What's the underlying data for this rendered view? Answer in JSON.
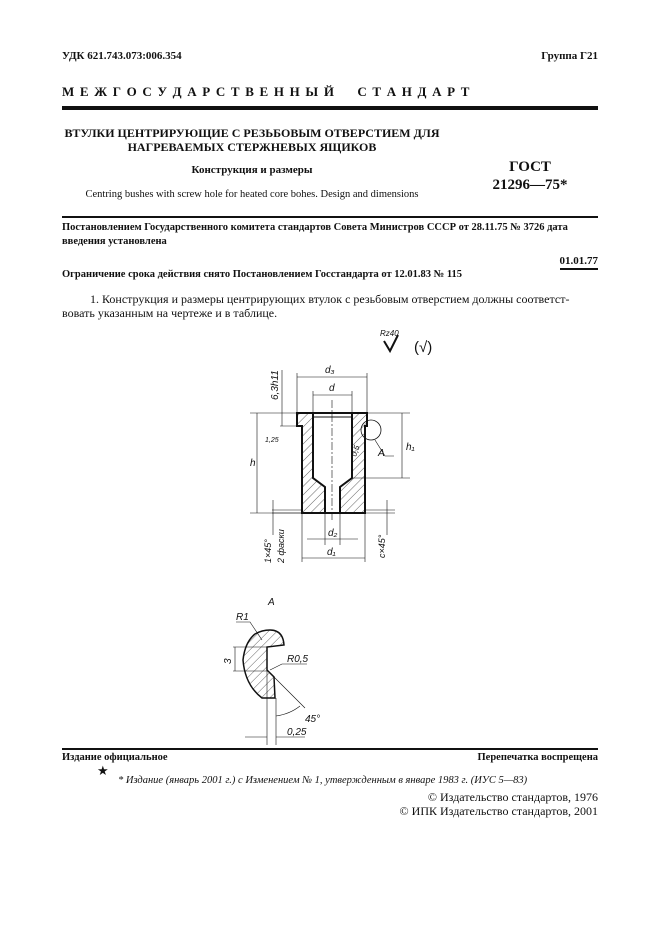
{
  "header": {
    "udk": "УДК 621.743.073:006.354",
    "group": "Группа Г21",
    "standard_type": "М Е Ж Г О С У Д А Р С Т В Е Н Н Ы Й     С Т А Н Д А Р Т"
  },
  "title": {
    "line1": "ВТУЛКИ ЦЕНТРИРУЮЩИЕ С РЕЗЬБОВЫМ ОТВЕРСТИЕМ ДЛЯ",
    "line2": "НАГРЕВАЕМЫХ СТЕРЖНЕВЫХ ЯЩИКОВ",
    "subtitle": "Конструкция и размеры",
    "english": "Centring bushes with screw hole for heated core bohes. Design and dimensions",
    "gost_label": "ГОСТ",
    "gost_number": "21296—75*"
  },
  "intro": {
    "decree_line1": "Постановлением Государственного комитета стандартов Совета Министров СССР от 28.11.75 № 3726 дата",
    "decree_line2": "введения установлена",
    "effective_date": "01.01.77",
    "limitation": "Ограничение срока действия снято Постановлением Госстандарта от 12.01.83 № 115"
  },
  "body": {
    "para1_line1": "1. Конструкция и размеры центрирующих втулок с резьбовым отверстием должны соответст-",
    "para1_line2": "вовать указанным на чертеже и в таблице."
  },
  "drawing": {
    "roughness": "Rz40",
    "roughness_other": "(√)",
    "d3": "d₃",
    "d": "d",
    "thread": "6,3h11",
    "rough125": "1,25",
    "h": "h",
    "h1": "h₁",
    "r05": "0,5",
    "detail_ref": "A",
    "chamfer1": "1×45°",
    "chamfer_note": "2 фаски",
    "chamfer_c": "c×45°",
    "d2": "d₂",
    "d1": "d₁",
    "detail_title": "A",
    "r1": "R1",
    "r05_detail": "R0,5",
    "dim3": "3",
    "angle": "45°",
    "dim025": "0,25"
  },
  "footer": {
    "official": "Издание официальное",
    "reprint": "Перепечатка воспрещена",
    "star": "★",
    "footnote": "* Издание (январь 2001 г.) с Изменением № 1, утвержденным в январе 1983 г. (ИУС 5—83)",
    "copyright1": "© Издательство стандартов, 1976",
    "copyright2": "© ИПК Издательство стандартов, 2001"
  }
}
